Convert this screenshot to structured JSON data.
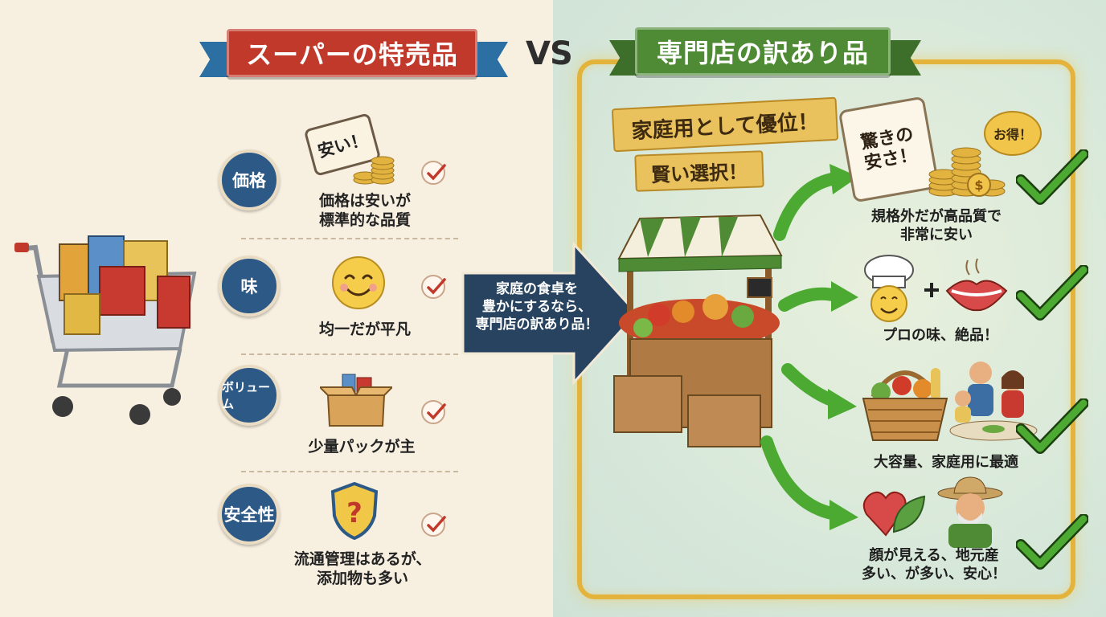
{
  "header": {
    "left_title": "スーパーの特売品",
    "vs": "VS",
    "right_title": "専門店の訳あり品"
  },
  "left": {
    "tag_text": "安い！",
    "categories": [
      {
        "label": "価格",
        "desc": "価格は安いが\n標準的な品質"
      },
      {
        "label": "味",
        "desc": "均一だが平凡"
      },
      {
        "label": "ボリューム",
        "desc": "少量パックが主"
      },
      {
        "label": "安全性",
        "desc": "流通管理はあるが、\n添加物も多い"
      }
    ]
  },
  "callout": {
    "text": "家庭の食卓を\n豊かにするなら、\n専門店の訳あり品！"
  },
  "right": {
    "banner1": "家庭用として優位！",
    "banner2": "賢い選択！",
    "tag_text": "驚きの\n安さ！",
    "otoku": "お得！",
    "items": [
      {
        "desc": "規格外だが高品質で\n非常に安い"
      },
      {
        "desc": "プロの味、絶品！"
      },
      {
        "desc": "大容量、家庭用に最適"
      },
      {
        "desc": "顔が見える、地元産\n多い、が多い、安心！"
      }
    ]
  },
  "colors": {
    "ribbon_left": "#c0392b",
    "ribbon_right": "#4f8a35",
    "category_circle": "#2d5987",
    "frame_gold": "#e3b33c",
    "arrow_navy": "#27435f",
    "check_green": "#4caa32"
  }
}
